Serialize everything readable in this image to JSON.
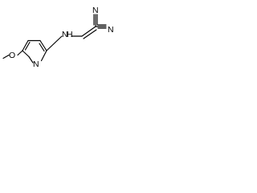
{
  "molecule": {
    "atoms": {
      "methoxy_o": "O",
      "ring_n": "N",
      "amine_nh": "N",
      "amine_h": "H",
      "nitrile_n_top": "N",
      "nitrile_n_bottom": "N"
    }
  }
}
